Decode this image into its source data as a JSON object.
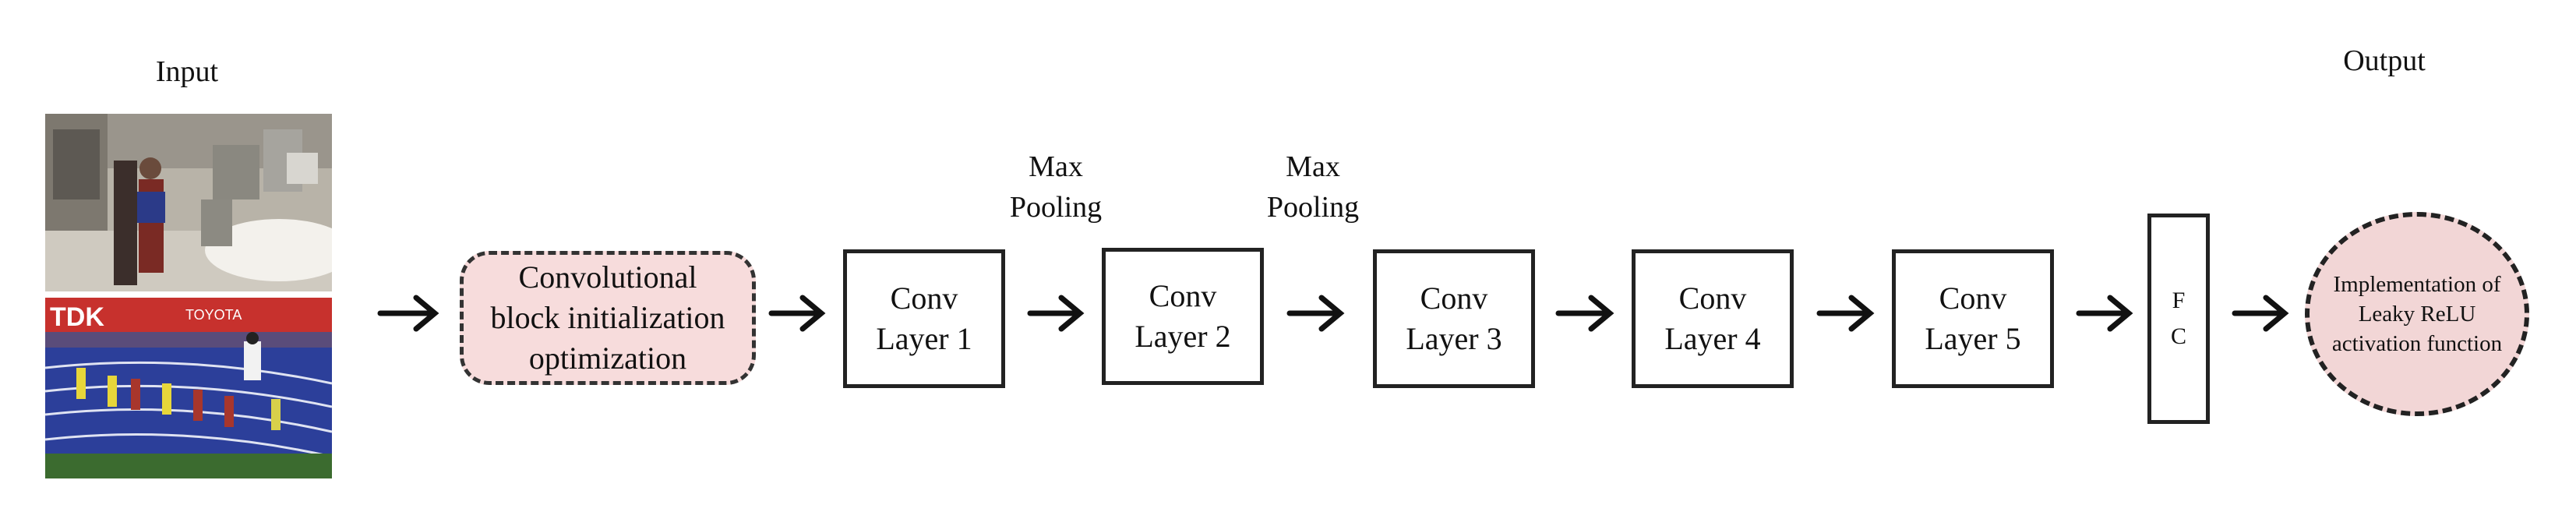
{
  "input_label": "Input",
  "output_label": "Output",
  "images": {
    "indoor_scene": "person standing in room",
    "track_scene": "sprinters on blue running track",
    "banner_left": "TDK",
    "banner_right": "TOYOTA"
  },
  "pipeline": {
    "init_block": [
      "Convolutional",
      "block initialization",
      "optimization"
    ],
    "conv_layers": [
      [
        "Conv",
        "Layer 1"
      ],
      [
        "Conv",
        "Layer 2"
      ],
      [
        "Conv",
        "Layer 3"
      ],
      [
        "Conv",
        "Layer 4"
      ],
      [
        "Conv",
        "Layer 5"
      ]
    ],
    "pooling_labels": [
      [
        "Max",
        "Pooling"
      ],
      [
        "Max",
        "Pooling"
      ]
    ],
    "fc": [
      "F",
      "C"
    ],
    "output_block": [
      "Implementation of",
      "Leaky ReLU",
      "activation function"
    ]
  },
  "colors": {
    "init_fill": "#f7dcdc",
    "output_fill": "#f2d6d6",
    "track_blue": "#2c3f9a"
  }
}
